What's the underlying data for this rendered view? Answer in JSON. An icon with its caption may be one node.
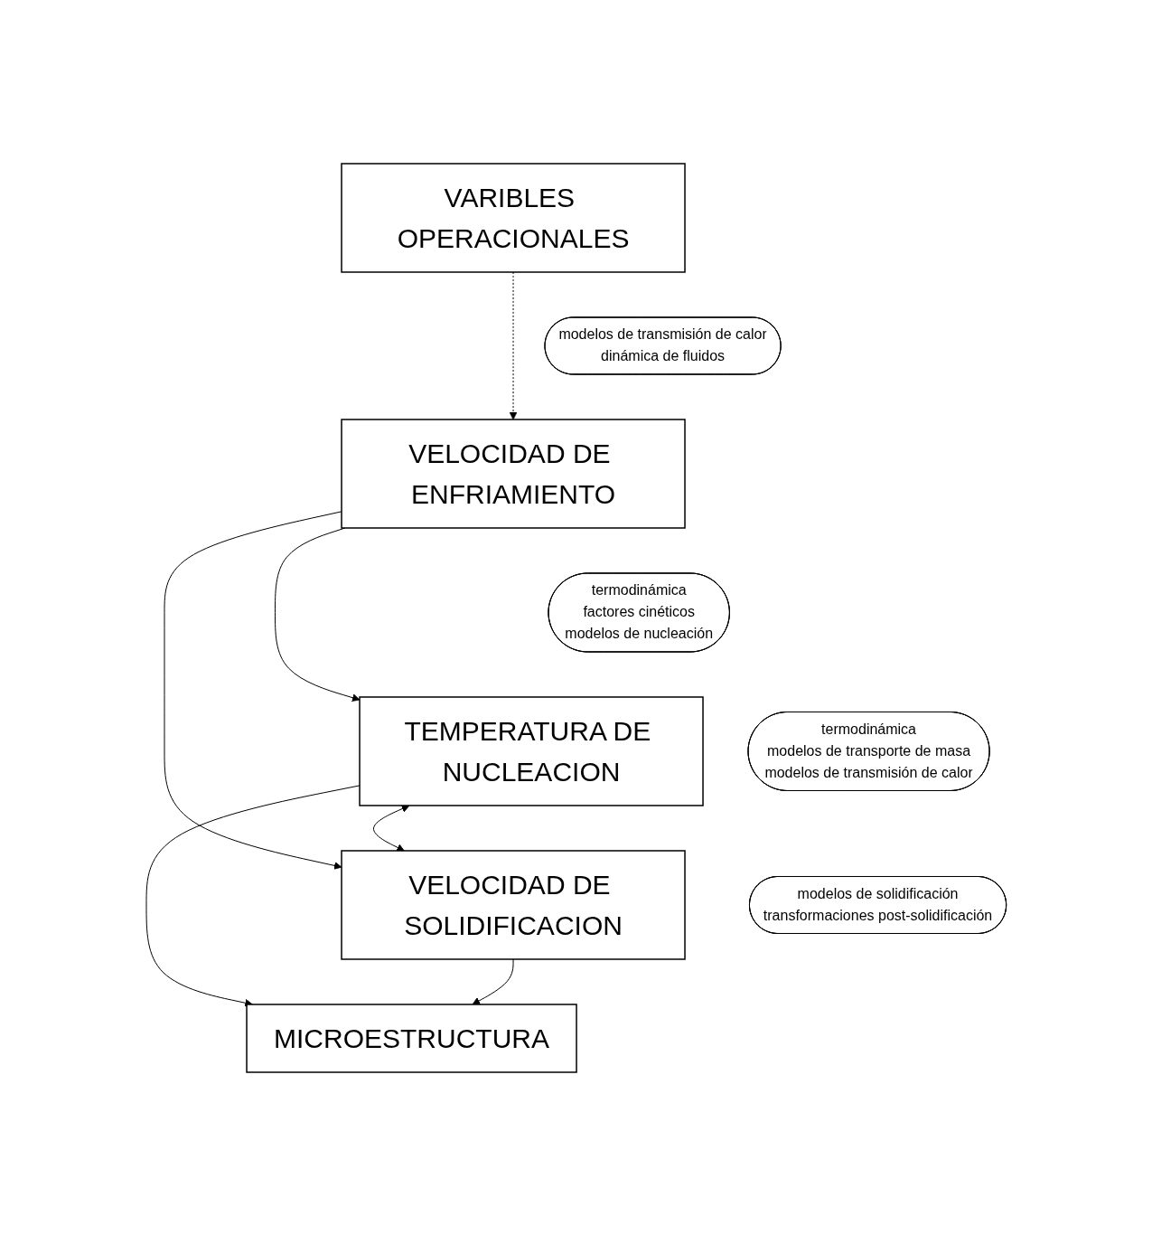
{
  "diagram": {
    "nodes": [
      {
        "text": [
          "VARIBLES OPERACIONALES"
        ]
      },
      {
        "text": [
          "modelos de transmisión de calor",
          "dinámica de fluidos"
        ]
      },
      {
        "text": [
          "VELOCIDAD DE ENFRIAMIENTO"
        ]
      },
      {
        "text": [
          "termodinámica",
          "factores cinéticos",
          "modelos de nucleación"
        ]
      },
      {
        "text": [
          "termodinámica",
          "modelos de transporte de masa",
          "modelos de transmisión de calor"
        ]
      },
      {
        "text": [
          "TEMPERATURA DE NUCLEACION"
        ]
      },
      {
        "text": [
          "VELOCIDAD DE SOLIDIFICACION"
        ]
      },
      {
        "text": [
          "modelos de solidificación",
          "transformaciones post-solidificación"
        ]
      },
      {
        "text": [
          "MICROESTRUCTURA"
        ]
      }
    ],
    "edges": [
      {
        "from": 0,
        "to": 2,
        "arrow": "to",
        "style": "dashed"
      },
      {
        "from": 2,
        "to": 5,
        "arrow": "to"
      },
      {
        "from": 2,
        "to": 6,
        "arrow": "to"
      },
      {
        "from": 5,
        "to": 6,
        "arrow": "both"
      },
      {
        "from": 5,
        "to": 8,
        "arrow": "to"
      },
      {
        "from": 6,
        "to": 8,
        "arrow": "to"
      }
    ]
  }
}
